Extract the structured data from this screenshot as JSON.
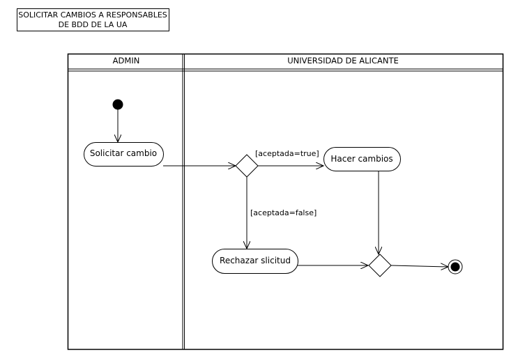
{
  "title": {
    "line1": "SOLICITAR CAMBIOS A RESPONSABLES",
    "line2": "DE BDD DE LA UA"
  },
  "lanes": [
    {
      "label": "ADMIN"
    },
    {
      "label": "UNIVERSIDAD DE ALICANTE"
    }
  ],
  "actions": {
    "solicitar": "Solicitar cambio",
    "hacer": "Hacer cambios",
    "rechazar": "Rechazar slicitud"
  },
  "guards": {
    "true": "[aceptada=true]",
    "false": "[aceptada=false]"
  }
}
